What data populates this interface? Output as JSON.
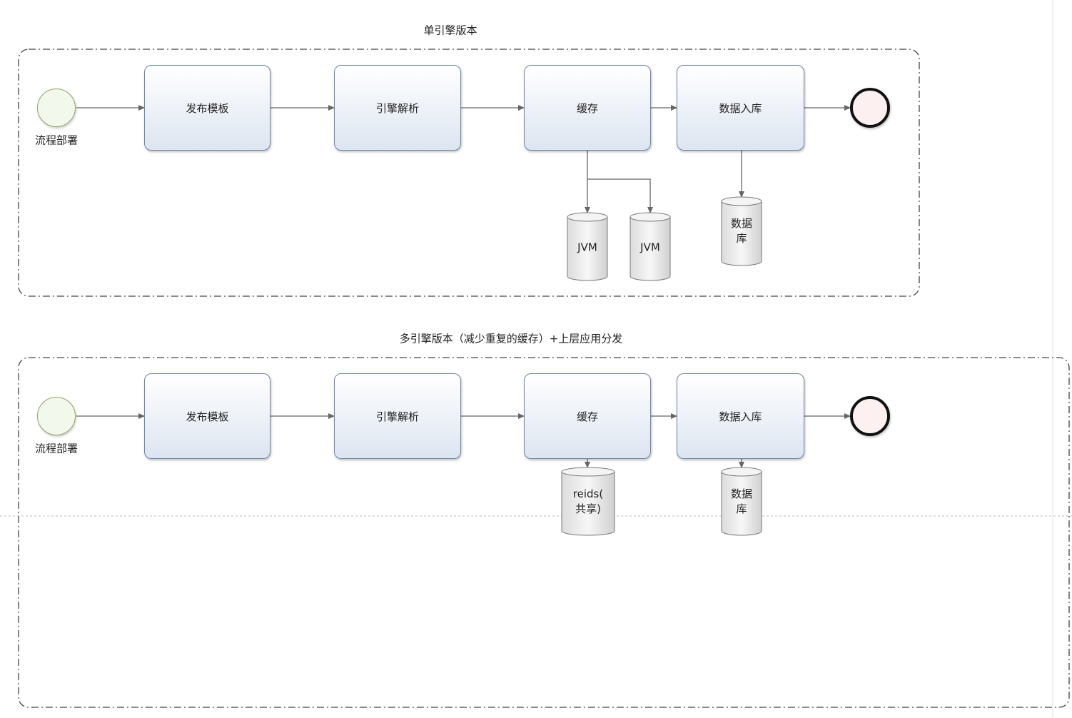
{
  "diagram_a": {
    "title": "单引擎版本",
    "start_label": "流程部署",
    "steps": [
      "发布模板",
      "引擎解析",
      "缓存",
      "数据入库"
    ],
    "cache_stores": [
      "JVM",
      "JVM"
    ],
    "db_lines": [
      "数据",
      "库"
    ]
  },
  "diagram_b": {
    "title": "多引擎版本（减少重复的缓存）+上层应用分发",
    "start_label": "流程部署",
    "steps": [
      "发布模板",
      "引擎解析",
      "缓存",
      "数据入库"
    ],
    "cache_lines": [
      "reids(",
      "共享)"
    ],
    "db_lines": [
      "数据",
      "库"
    ]
  },
  "colors": {
    "box_border": "#6f86a9",
    "box_fill_bottom": "#dde5f1",
    "start_fill": "#f3f8ec",
    "end_fill": "#fdf0f0",
    "connector": "#666666"
  }
}
